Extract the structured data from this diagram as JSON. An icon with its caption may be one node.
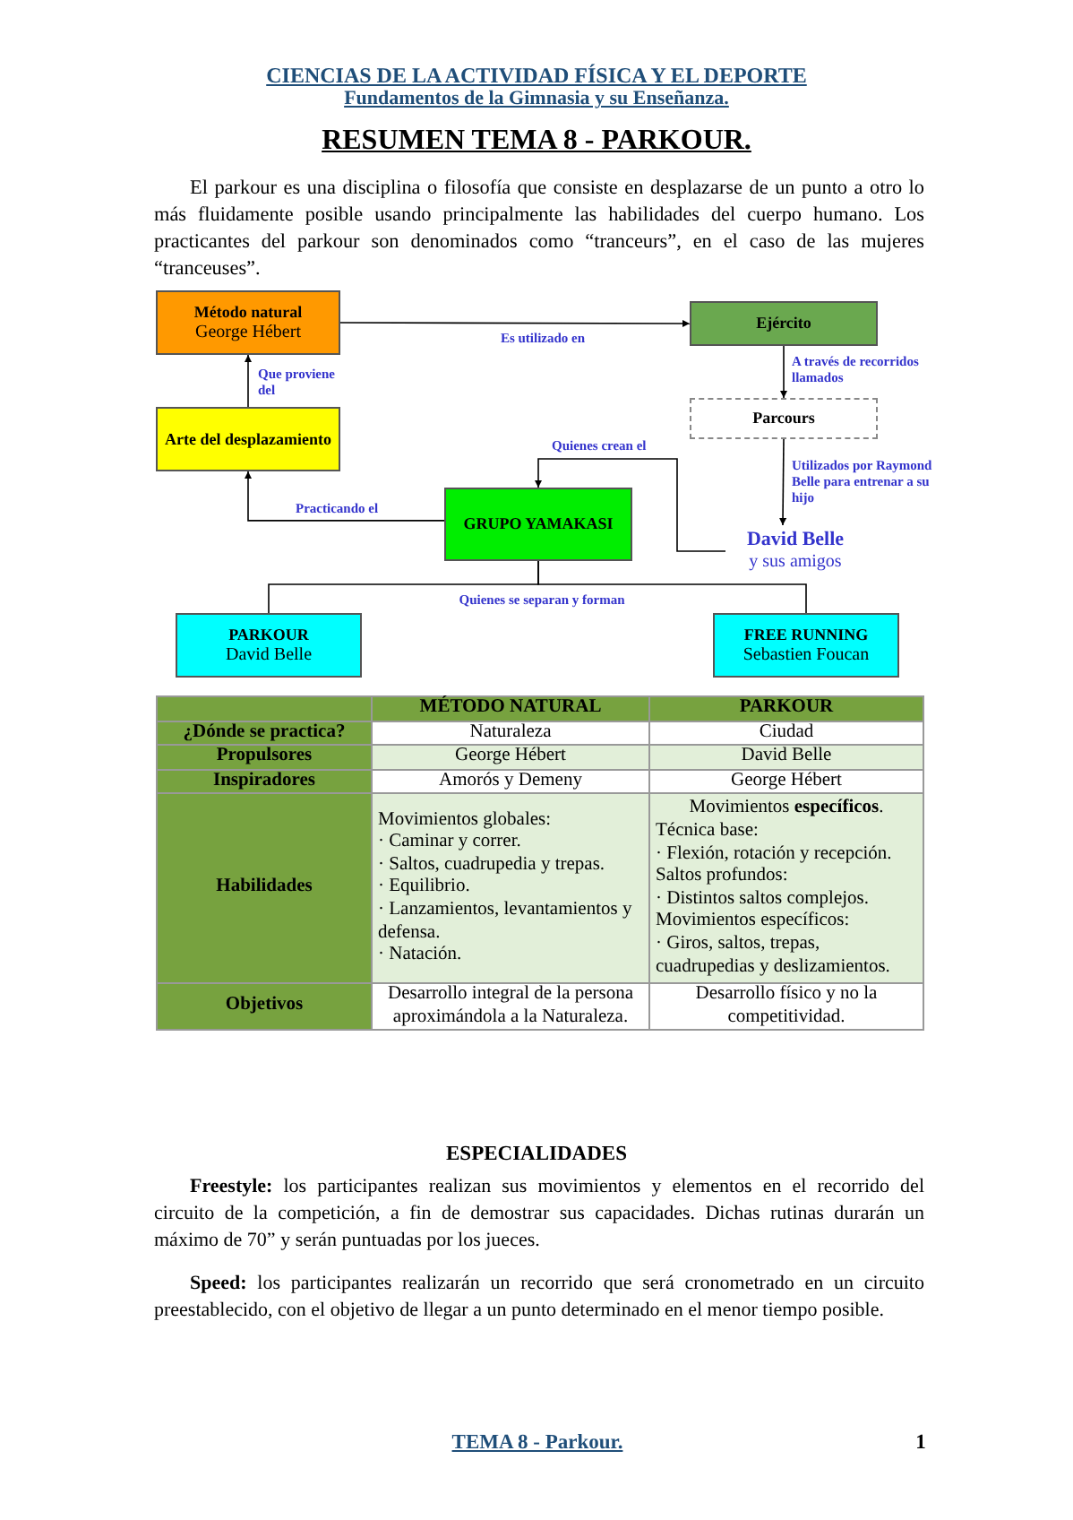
{
  "diagram": {
    "title": "RESUMEN TEMA 8 - PARKOUR.",
    "nodes": [
      {
        "text": [
          "Método natural",
          "George Hébert"
        ]
      },
      {
        "text": [
          "Ejército"
        ]
      },
      {
        "text": [
          "Parcours"
        ]
      },
      {
        "text": [
          "Arte del desplazamiento"
        ]
      },
      {
        "text": [
          "GRUPO YAMAKASI"
        ]
      },
      {
        "text": [
          "David Belle",
          "y sus amigos"
        ]
      },
      {
        "text": [
          "PARKOUR",
          "David Belle"
        ]
      },
      {
        "text": [
          "FREE RUNNING",
          "Sebastien Foucan"
        ]
      }
    ],
    "edges": [
      {
        "from": 0,
        "to": 1,
        "arrow": "to",
        "label": "Es utilizado en"
      },
      {
        "from": 3,
        "to": 0,
        "arrow": "to",
        "label": "Que proviene del"
      },
      {
        "from": 1,
        "to": 2,
        "arrow": "to",
        "label": "A través de recorridos llamados"
      },
      {
        "from": 2,
        "to": 5,
        "arrow": "to",
        "label": "Utilizados por Raymond Belle para entrenar a su hijo"
      },
      {
        "from": 4,
        "to": 3,
        "arrow": "to",
        "label": "Practicando el"
      },
      {
        "from": 5,
        "to": 4,
        "arrow": "to",
        "label": "Quienes crean el"
      },
      {
        "from": 4,
        "to": 6,
        "arrow": "none",
        "label": "Quienes se separan y forman"
      },
      {
        "from": 4,
        "to": 7,
        "arrow": "none"
      }
    ],
    "labels": [
      "CIENCIAS DE LA ACTIVIDAD FÍSICA Y EL DEPORTE",
      "Fundamentos de la Gimnasia y su Enseñanza.",
      "El parkour es una disciplina o filosofía que consiste en desplazarse de un punto a otro lo más fluidamente posible usando principalmente las habilidades del cuerpo humano. Los practicantes del parkour son denominados como “tranceurs”, en el caso de las mujeres “tranceuses”.",
      "MÉTODO NATURAL",
      "PARKOUR",
      "¿Dónde se practica?",
      "Naturaleza",
      "Ciudad",
      "Propulsores",
      "George Hébert",
      "David Belle",
      "Inspiradores",
      "Amorós y Demeny",
      "George Hébert",
      "Habilidades",
      "Movimientos globales:",
      "· Caminar y correr.",
      "· Saltos, cuadrupedia y trepas.",
      "· Equilibrio.",
      "· Lanzamientos, levantamientos y defensa.",
      "· Natación.",
      "Movimientos **específicos**.",
      "Técnica base:",
      "· Flexión, rotación y recepción.",
      "Saltos profundos:",
      "· Distintos saltos complejos.",
      "Movimientos específicos:",
      "· Giros, saltos, trepas, cuadrupedias y deslizamientos.",
      "Objetivos",
      "Desarrollo integral de la persona aproximándola a la Naturaleza.",
      "Desarrollo físico y no la competitividad.",
      "ESPECIALIDADES",
      "**Freestyle:** los participantes realizan sus movimientos y elementos en el recorrido del circuito de la competición, a fin de demostrar sus capacidades. Dichas rutinas durarán un máximo de 70” y serán puntuadas por los jueces.",
      "**Speed:** los participantes realizarán un recorrido que será cronometrado en un circuito preestablecido, con el objetivo de llegar a un punto determinado en el menor tiempo posible.",
      "TEMA 8 - Parkour.",
      "1"
    ]
  }
}
